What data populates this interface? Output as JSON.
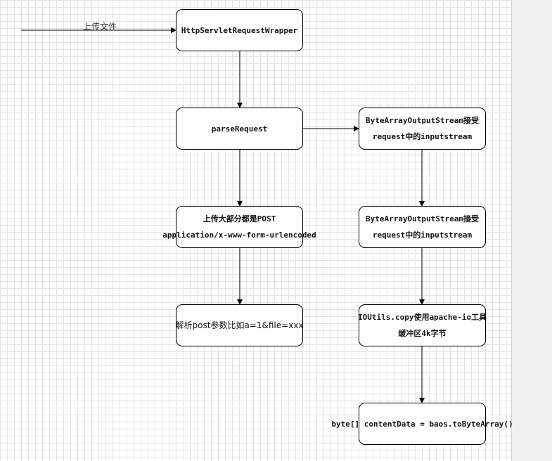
{
  "edge_label": "上传文件",
  "nodes": {
    "wrapper": [
      "HttpServletRequestWrapper"
    ],
    "parse": [
      "parseRequest"
    ],
    "upload_post": [
      "上传大部分都是POST",
      "application/x-www-form-urlencoded"
    ],
    "parse_post": [
      "解析post参数比如a=1&file=xxx"
    ],
    "baos1": [
      "ByteArrayOutputStream接受",
      "request中的inputstream"
    ],
    "baos2": [
      "ByteArrayOutputStream接受",
      "request中的inputstream"
    ],
    "ioutils": [
      "IOUtils.copy使用apache-io工具",
      "缓冲区4k字节"
    ],
    "bytes": [
      "byte[] contentData = baos.toByteArray()"
    ]
  }
}
